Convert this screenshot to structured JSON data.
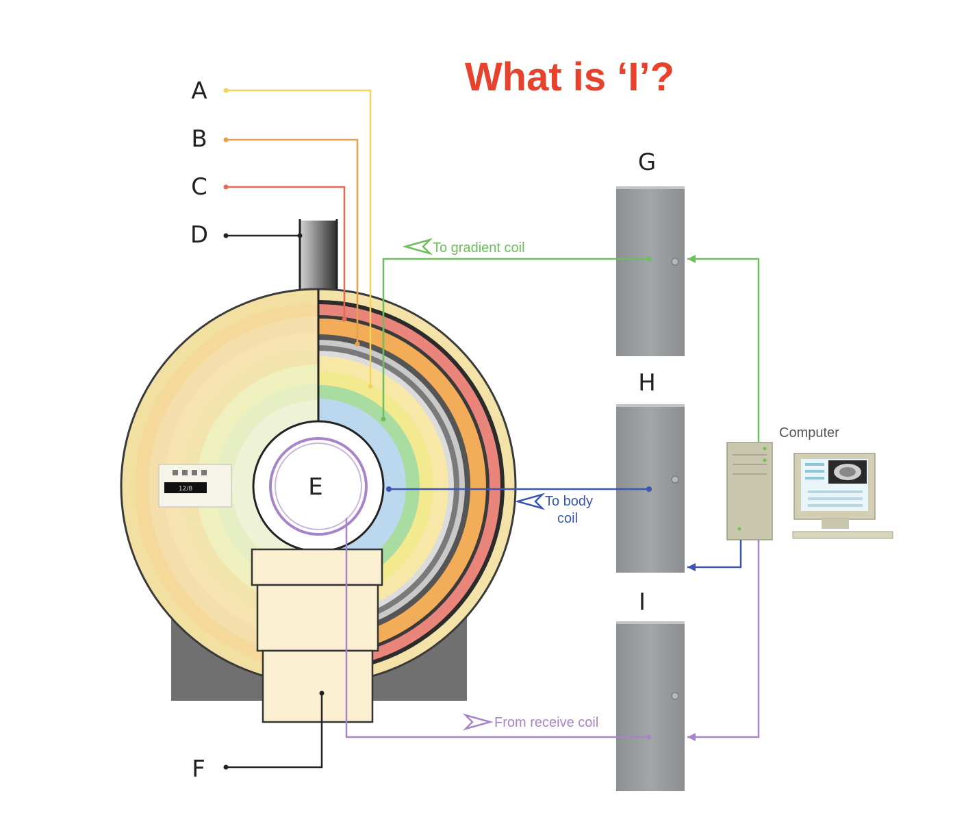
{
  "title": "What is ‘I’?",
  "labels": {
    "a": "A",
    "b": "B",
    "c": "C",
    "d": "D",
    "e": "E",
    "f": "F",
    "g": "G",
    "h": "H",
    "i": "I"
  },
  "annotations": {
    "gradient": "To gradient coil",
    "body_line1": "To body",
    "body_line2": "coil",
    "receive": "From receive coil",
    "computer": "Computer",
    "panel_display": "12/8"
  },
  "colors": {
    "title": "#e8412c",
    "line_a": "#f2d35c",
    "line_b": "#e8a04e",
    "line_c": "#e36a55",
    "line_d": "#222222",
    "gradient": "#6cbf5a",
    "body": "#3a56b0",
    "receive": "#a784c9",
    "cabinet": "#9a9d9f"
  }
}
